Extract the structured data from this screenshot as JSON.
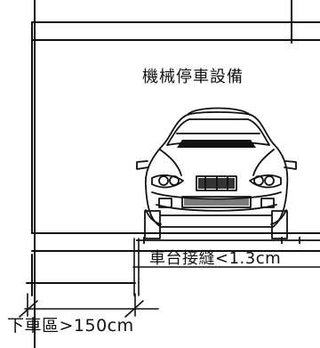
{
  "diagram": {
    "equipment_label": "機械停車設備",
    "platform_gap_label": "車台接縫<1.3cm",
    "unloading_area_label": "下車區>150cm"
  },
  "colors": {
    "line": "#111111",
    "background": "#ffffff"
  }
}
